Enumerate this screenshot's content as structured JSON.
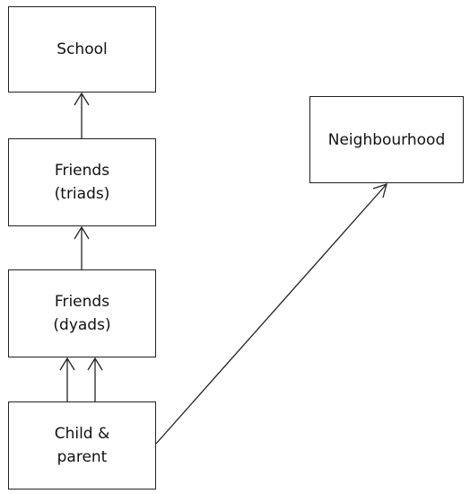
{
  "nodes": {
    "school": {
      "line1": "School"
    },
    "triads": {
      "line1": "Friends",
      "line2": "(triads)"
    },
    "dyads": {
      "line1": "Friends",
      "line2": "(dyads)"
    },
    "child": {
      "line1": "Child &",
      "line2": "parent"
    },
    "neighbourhood": {
      "line1": "Neighbourhood"
    }
  },
  "edges": [
    {
      "from": "triads",
      "to": "school"
    },
    {
      "from": "dyads",
      "to": "triads"
    },
    {
      "from": "child",
      "to": "dyads",
      "count": 2
    },
    {
      "from": "child",
      "to": "neighbourhood"
    }
  ]
}
